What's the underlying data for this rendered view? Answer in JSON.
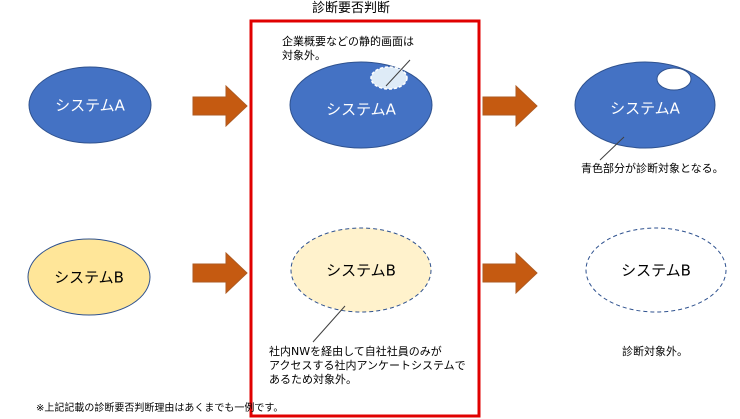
{
  "frame_title": "診断要否判断",
  "colors": {
    "blue": "#4472C4",
    "blue_outline": "#2F528F",
    "yellow": "#FFE699",
    "yellow_light": "#FFF2CC",
    "arrow": "#C55A11",
    "frame": "#E00000"
  },
  "system_a": {
    "left_label": "システムA",
    "mid_label": "システムA",
    "right_label": "システムA"
  },
  "system_b": {
    "left_label": "システムB",
    "mid_label": "システムB",
    "right_label": "システムB"
  },
  "annotations": {
    "static_page_line1": "企業概要などの静的画面は",
    "static_page_line2": "対象外。",
    "blue_part": "青色部分が診断対象となる。",
    "internal_line1": "社内NWを経由して自社社員のみが",
    "internal_line2": "アクセスする社内アンケートシステムで",
    "internal_line3": "あるため対象外。",
    "out_of_scope": "診断対象外。"
  },
  "footnote": "※上記記載の診断要否判断理由はあくまでも一例です。"
}
